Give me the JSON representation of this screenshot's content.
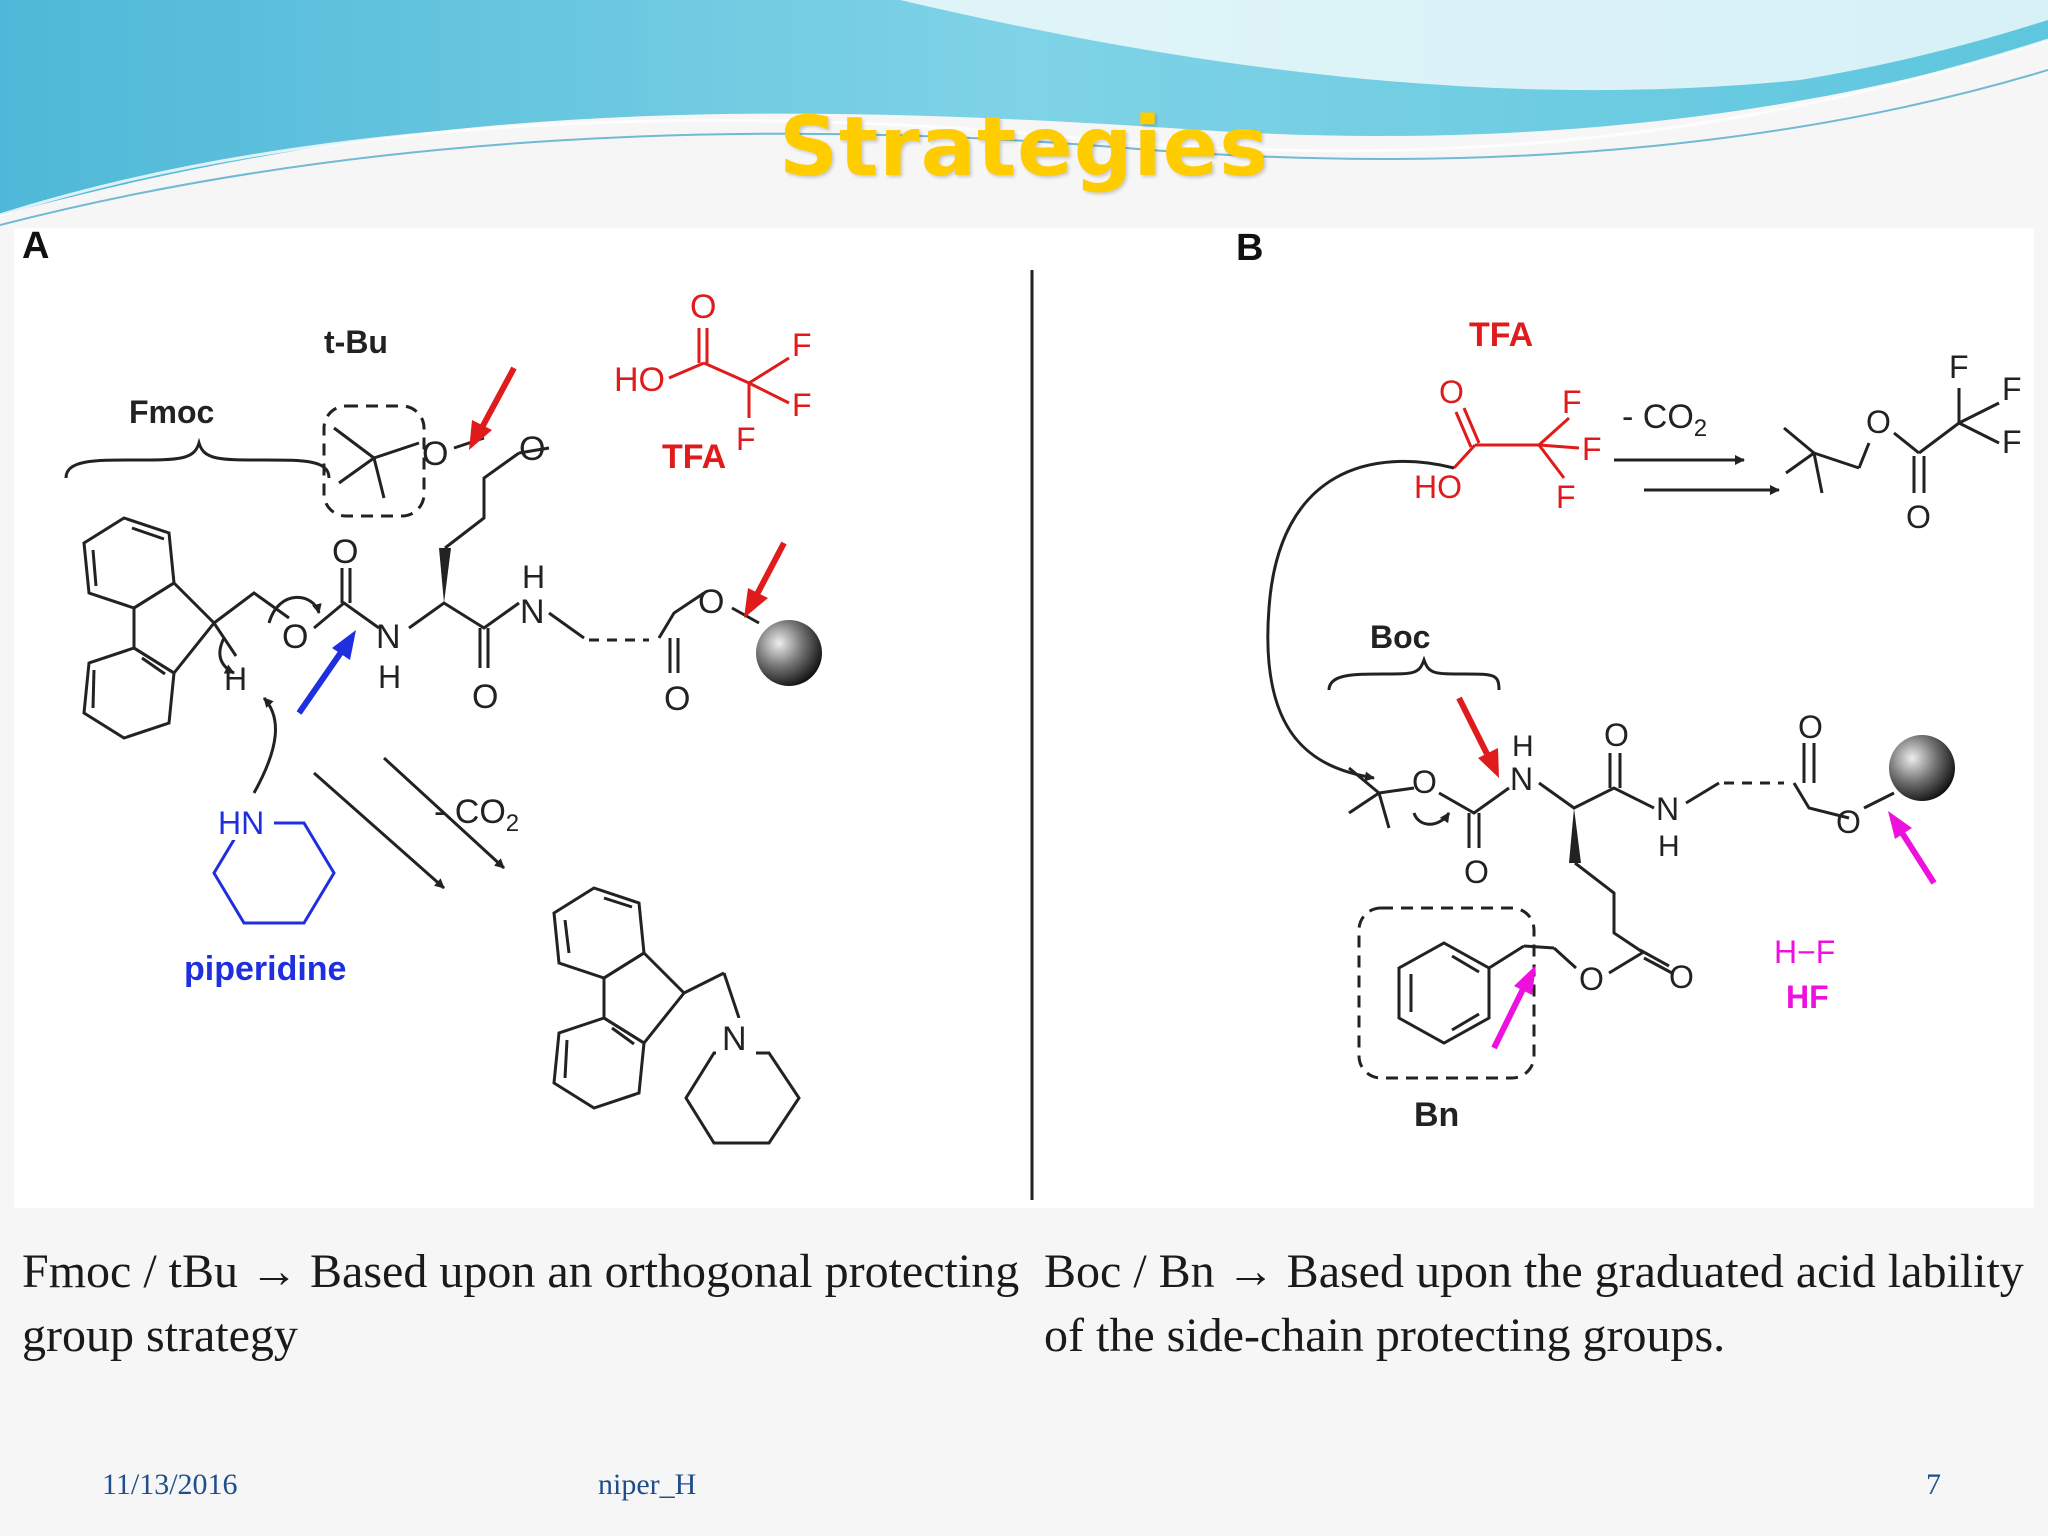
{
  "slide": {
    "title": "Strategies",
    "captions": {
      "left": "Fmoc / tBu → Based upon an orthogonal protecting group strategy",
      "right": "Boc / Bn → Based upon the graduated acid lability of the side-chain protecting groups."
    },
    "footer": {
      "date": "11/13/2016",
      "author": "niper_H",
      "page": "7"
    }
  },
  "figure": {
    "panel_a": {
      "panel_label": "A",
      "labels": {
        "tbu": "t-Bu",
        "fmoc": "Fmoc",
        "tfa": "TFA",
        "piperidine": "piperidine",
        "co2": "- CO",
        "co2_sub": "2"
      },
      "atoms": {
        "o": "O",
        "ho": "HO",
        "f": "F",
        "h": "H",
        "n": "N",
        "hn": "HN"
      }
    },
    "panel_b": {
      "panel_label": "B",
      "labels": {
        "tfa": "TFA",
        "boc": "Boc",
        "bn": "Bn",
        "hf_formula": "H−F",
        "hf": "HF",
        "co2": "- CO",
        "co2_sub": "2"
      },
      "atoms": {
        "o": "O",
        "ho": "HO",
        "f": "F",
        "h": "H",
        "n": "N"
      }
    },
    "colors": {
      "red": "#e01b1b",
      "blue": "#1f2fe0",
      "magenta": "#ee11dd",
      "bond": "#222222",
      "title": "#ffcc00"
    }
  }
}
